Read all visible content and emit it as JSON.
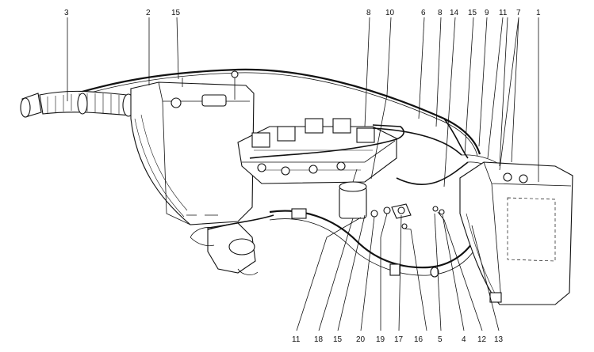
{
  "callouts": {
    "top": [
      "3",
      "2",
      "15",
      "8",
      "10",
      "6",
      "8",
      "14",
      "15",
      "9",
      "11",
      "7",
      "1"
    ],
    "bottom": [
      "11",
      "18",
      "15",
      "20",
      "19",
      "17",
      "16",
      "5",
      "4",
      "12",
      "13"
    ]
  }
}
